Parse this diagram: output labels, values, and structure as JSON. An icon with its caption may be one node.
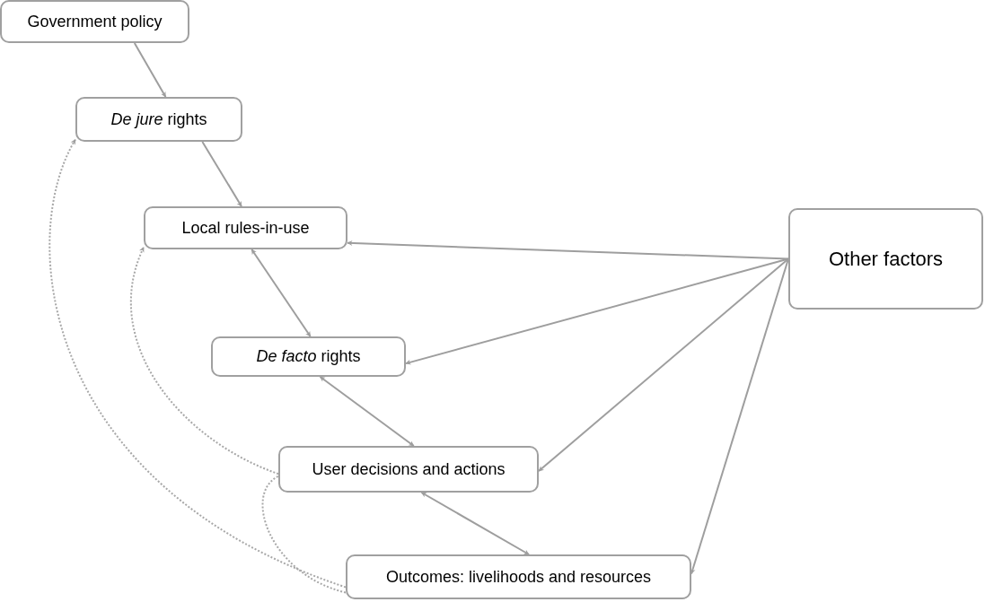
{
  "diagram": {
    "nodes": [
      {
        "text": [
          "Government policy"
        ]
      },
      {
        "text": [
          "*De jure* rights"
        ]
      },
      {
        "text": [
          "Local rules-in-use"
        ]
      },
      {
        "text": [
          "*De facto* rights"
        ]
      },
      {
        "text": [
          "User decisions and actions"
        ]
      },
      {
        "text": [
          "Outcomes: livelihoods and resources"
        ]
      },
      {
        "text": [
          "Other factors"
        ]
      }
    ],
    "edges": [
      {
        "from": 0,
        "to": 1,
        "arrow": "to"
      },
      {
        "from": 1,
        "to": 2,
        "arrow": "to"
      },
      {
        "from": 2,
        "to": 3,
        "arrow": "both"
      },
      {
        "from": 3,
        "to": 4,
        "arrow": "both"
      },
      {
        "from": 4,
        "to": 5,
        "arrow": "both"
      },
      {
        "from": 6,
        "to": 2,
        "arrow": "to"
      },
      {
        "from": 6,
        "to": 3,
        "arrow": "to"
      },
      {
        "from": 6,
        "to": 4,
        "arrow": "to"
      },
      {
        "from": 6,
        "to": 5,
        "arrow": "to"
      },
      {
        "from": 5,
        "to": 1,
        "arrow": "to",
        "style": "dashed"
      },
      {
        "from": 4,
        "to": 2,
        "arrow": "to",
        "style": "dashed"
      },
      {
        "from": 5,
        "to": 4,
        "arrow": "none",
        "style": "dashed"
      }
    ]
  }
}
